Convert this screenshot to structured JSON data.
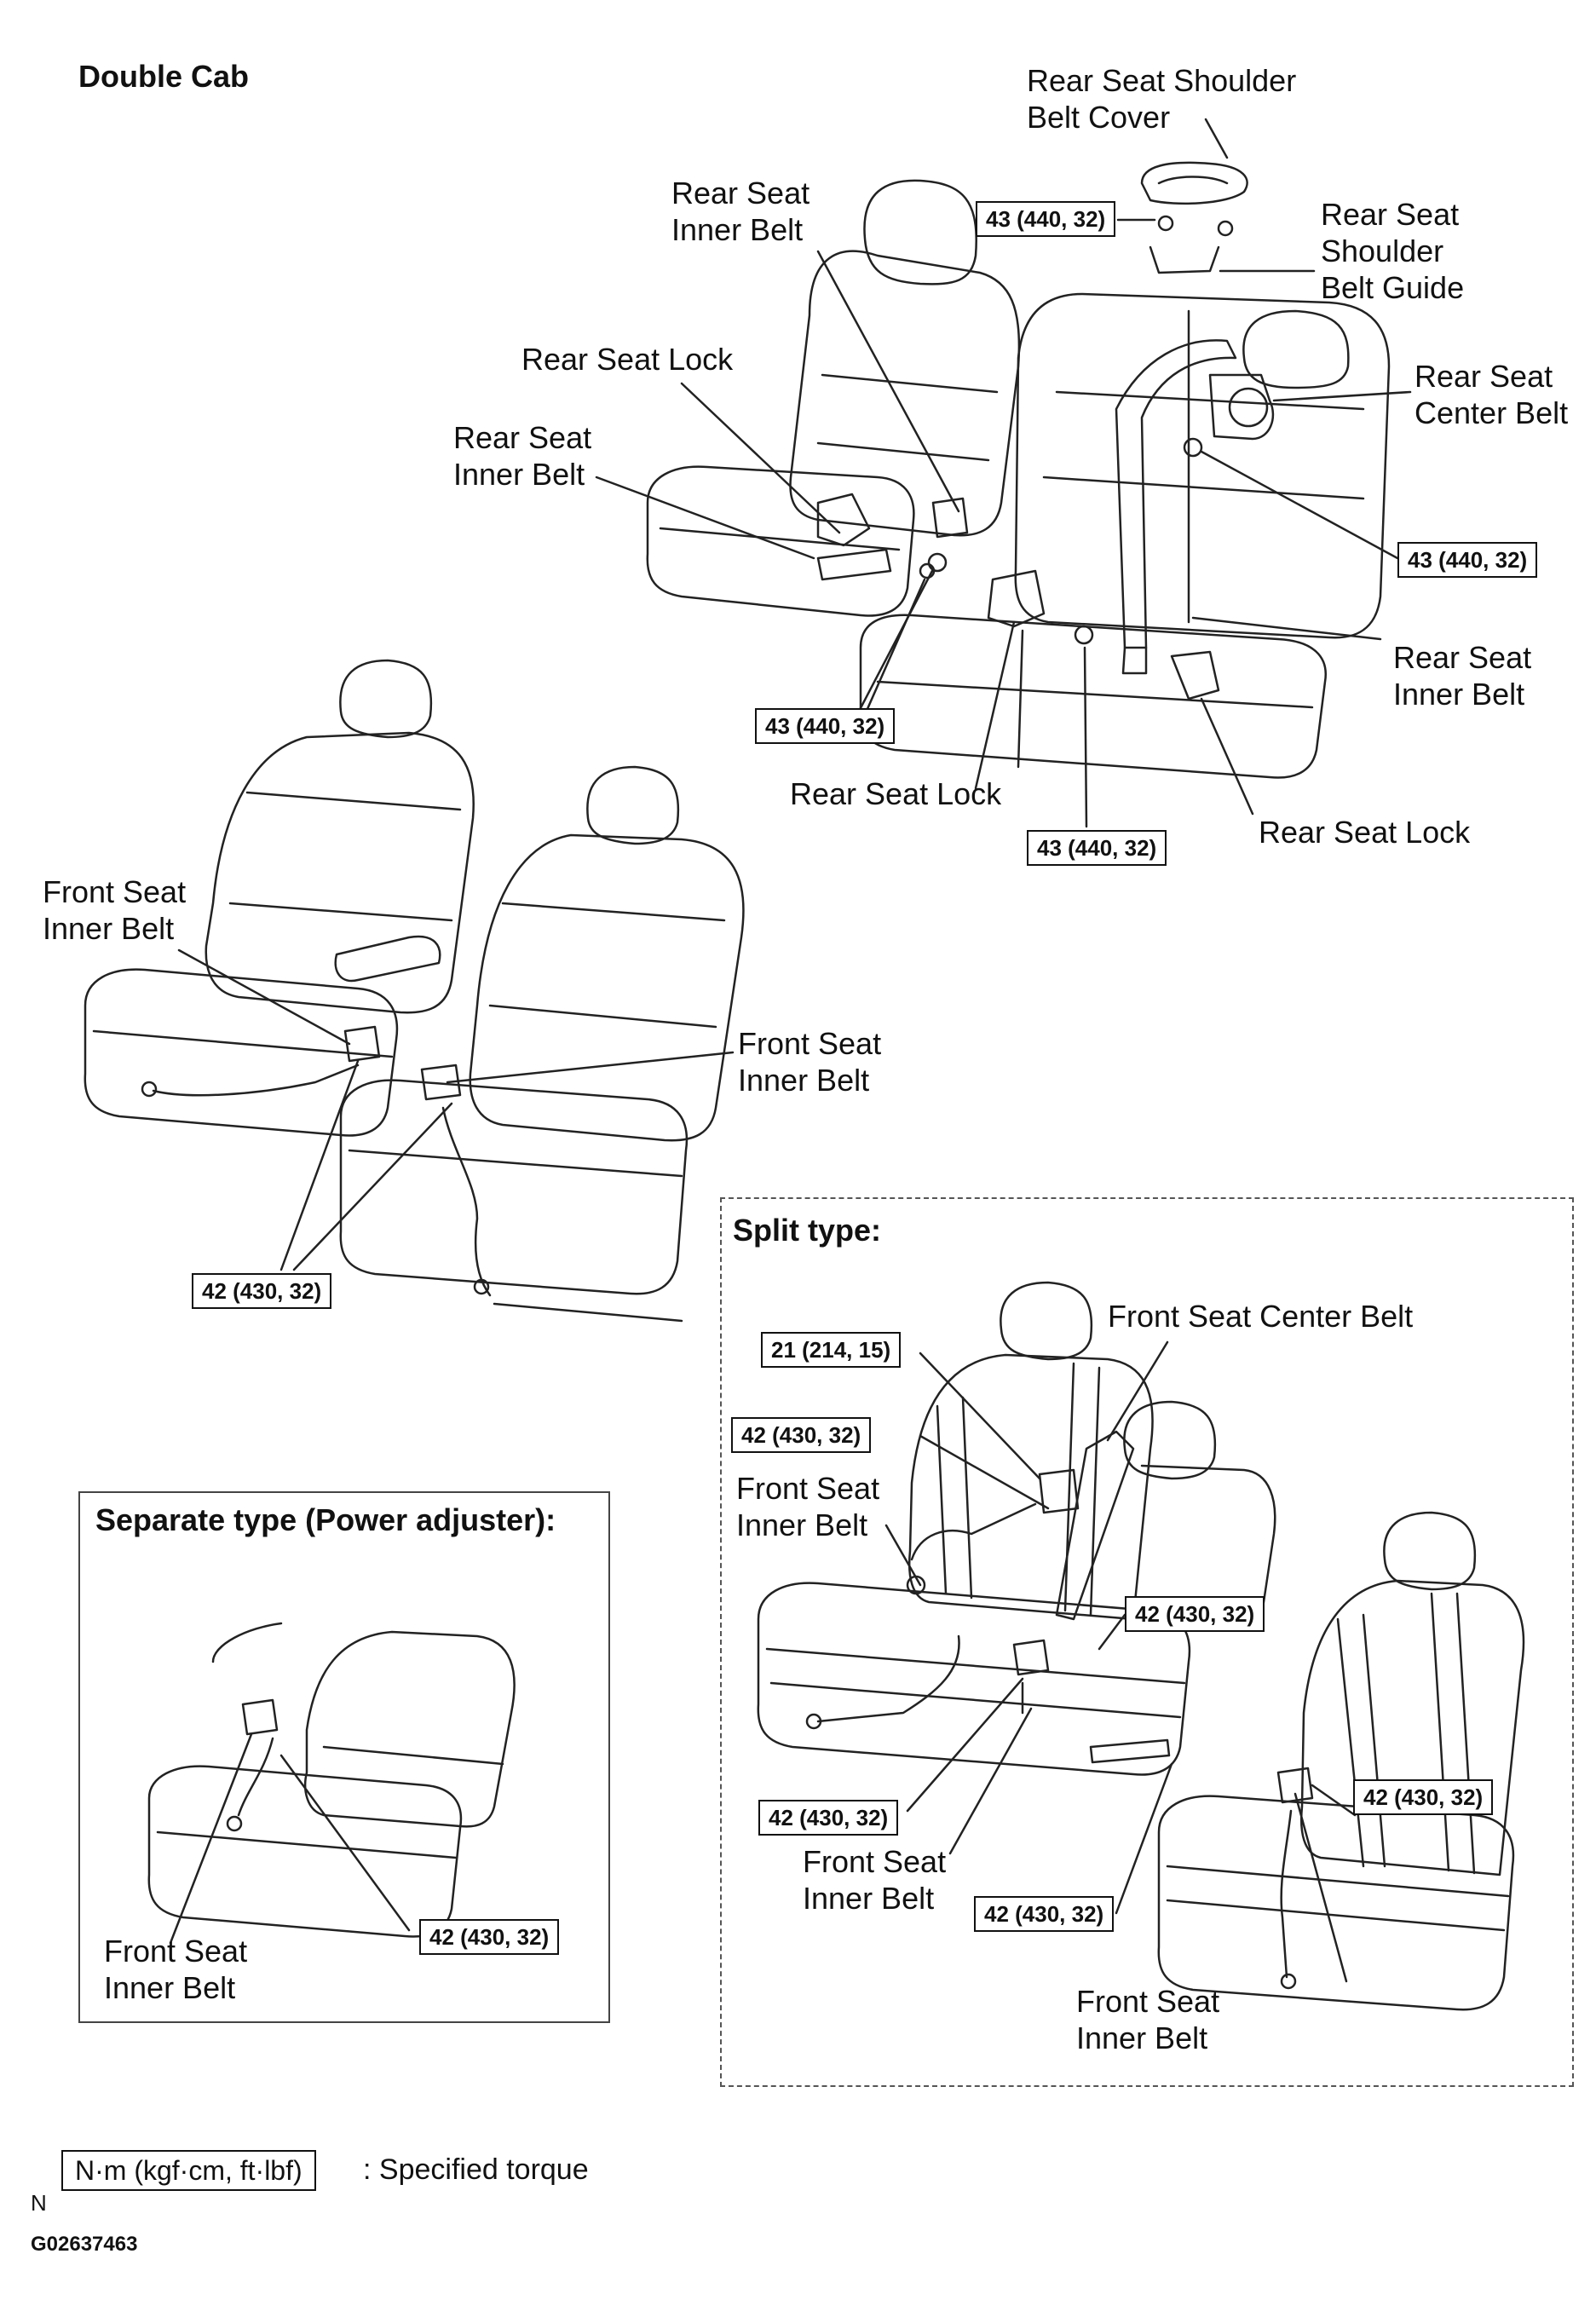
{
  "title": "Double Cab",
  "labels": {
    "shoulder_belt_cover": "Rear Seat Shoulder\nBelt Cover",
    "inner_belt_top": "Rear Seat\nInner Belt",
    "shoulder_belt_guide": "Rear Seat\nShoulder\nBelt Guide",
    "rear_lock_top": "Rear Seat Lock",
    "center_belt": "Rear Seat\nCenter Belt",
    "inner_belt_left": "Rear Seat\nInner Belt",
    "inner_belt_right": "Rear Seat\nInner Belt",
    "rear_lock_mid": "Rear Seat Lock",
    "rear_lock_right": "Rear Seat Lock",
    "front_inner_left": "Front Seat\nInner Belt",
    "front_inner_mid": "Front Seat\nInner Belt"
  },
  "torques": {
    "t_guide": "43 (440, 32)",
    "t_center": "43 (440, 32)",
    "t_left": "43 (440, 32)",
    "t_mid": "43 (440, 32)",
    "t_front": "42 (430, 32)"
  },
  "separate": {
    "title": "Separate type (Power adjuster):",
    "label": "Front Seat\nInner Belt",
    "torque": "42 (430, 32)"
  },
  "split": {
    "title": "Split type:",
    "center_belt": "Front Seat Center Belt",
    "inner_a": "Front Seat\nInner Belt",
    "inner_b": "Front Seat\nInner Belt",
    "inner_c": "Front Seat\nInner Belt",
    "t1": "21 (214, 15)",
    "t2": "42 (430, 32)",
    "t3": "42 (430, 32)",
    "t4": "42 (430, 32)",
    "t5": "42 (430, 32)",
    "t6": "42 (430, 32)"
  },
  "legend": {
    "unit": "N·m (kgf·cm, ft·lbf)",
    "desc": ": Specified torque",
    "n": "N",
    "figure_id": "G02637463"
  }
}
